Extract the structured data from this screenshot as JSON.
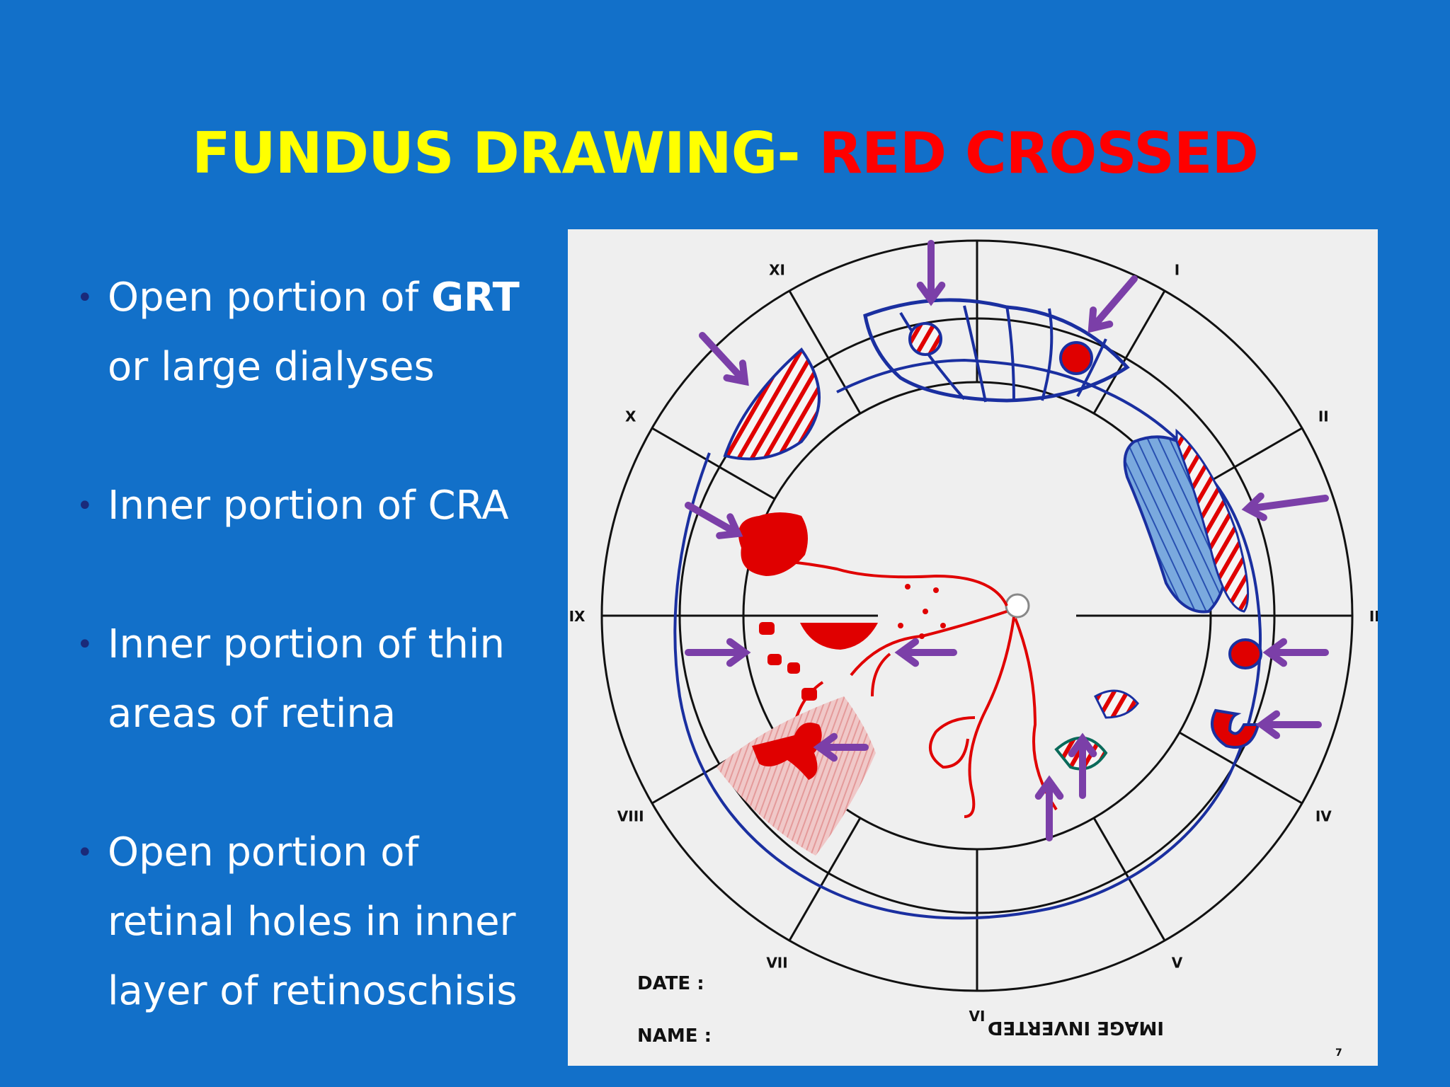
{
  "title": {
    "part1": "FUNDUS DRAWING-",
    "part2": "RED CROSSED"
  },
  "bullets": [
    {
      "line1_pre": "Open portion of ",
      "line1_bold": "GRT",
      "line2": "or large dialyses"
    },
    {
      "line1": "Inner portion of CRA"
    },
    {
      "line1": "Inner portion of  thin",
      "line2": "areas of retina"
    },
    {
      "line1": "Open portion of",
      "line2": "retinal holes in inner",
      "line3": "layer of retinoschisis"
    }
  ],
  "figure": {
    "clock_hours": [
      "I",
      "II",
      "III",
      "IV",
      "V",
      "VI",
      "VII",
      "VIII",
      "IX",
      "X",
      "XI"
    ],
    "date_label": "DATE :",
    "name_label": "NAME :",
    "inverted_label": "IMAGE INVERTED",
    "page_number": "7",
    "colors": {
      "red": "#e00000",
      "blue": "#1a2fa0",
      "purple": "#7b3fa8",
      "light_blue": "#6a9fd8"
    }
  }
}
